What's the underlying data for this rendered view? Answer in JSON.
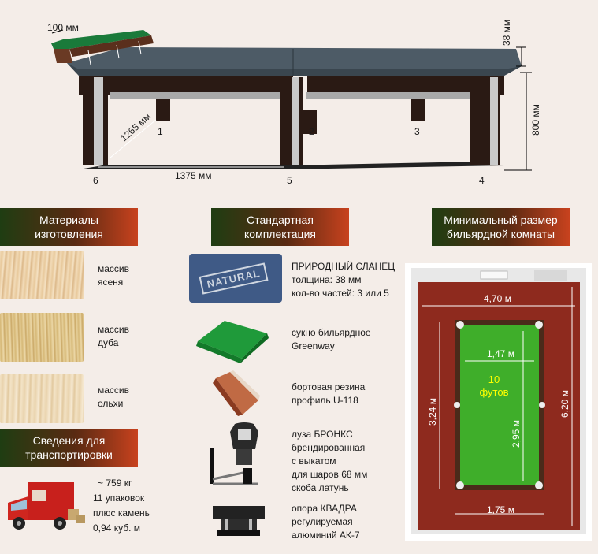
{
  "table_diagram": {
    "rail_width": "100 мм",
    "slate_thickness": "38 мм",
    "height": "800 мм",
    "leg_span_short": "1265 мм",
    "leg_span_long": "1375 мм",
    "leg_numbers": [
      "1",
      "2",
      "3",
      "4",
      "5",
      "6"
    ]
  },
  "materials": {
    "header": [
      "Материалы",
      "изготовления"
    ],
    "items": [
      {
        "lines": [
          "массив",
          "ясеня"
        ]
      },
      {
        "lines": [
          "массив",
          "дуба"
        ]
      },
      {
        "lines": [
          "массив",
          "ольхи"
        ]
      }
    ]
  },
  "transport": {
    "header": [
      "Сведения для",
      "транспортировки"
    ],
    "weight": "~ 759 кг",
    "packages": [
      "11 упаковок",
      "плюс камень"
    ],
    "volume": "0,94 куб. м"
  },
  "standard": {
    "header": [
      "Стандартная",
      "комплектация"
    ],
    "slate_badge": "NATURAL",
    "items": [
      {
        "lines": [
          "ПРИРОДНЫЙ СЛАНЕЦ",
          "толщина: 38 мм",
          "кол-во частей: 3 или 5"
        ]
      },
      {
        "lines": [
          "сукно бильярдное",
          "Greenway"
        ]
      },
      {
        "lines": [
          "бортовая резина",
          "профиль U-118"
        ]
      },
      {
        "lines": [
          "луза БРОНКС",
          "брендированная",
          "с выкатом",
          "для шаров 68 мм",
          "скоба латунь"
        ]
      },
      {
        "lines": [
          "опора КВАДРА",
          "регулируемая",
          "алюминий АК-7"
        ]
      }
    ]
  },
  "room": {
    "header": [
      "Минимальный размер",
      "бильярдной комнаты"
    ],
    "room_width": "4,70 м",
    "room_length": "6,20 м",
    "play_width": "1,47 м",
    "play_length": "2,95 м",
    "table_length": "3,24 м",
    "table_width": "1,75 м",
    "size_lines": [
      "10",
      "футов"
    ]
  },
  "colors": {
    "header_start": "#1f3d12",
    "header_end": "#c8421e",
    "cloth": "#3fae2a",
    "carpet": "#8e2a1e",
    "table_top": "#4d5b66",
    "frame": "#2a1a14"
  }
}
